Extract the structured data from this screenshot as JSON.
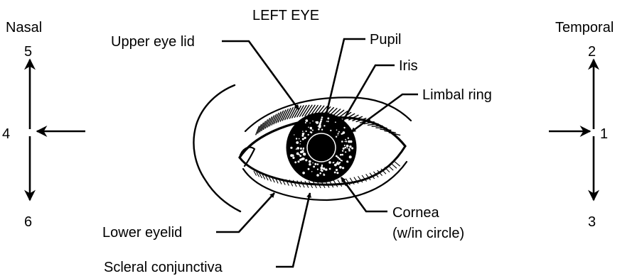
{
  "figure": {
    "title": "LEFT EYE",
    "nasal": {
      "side_label": "Nasal",
      "up_number": "5",
      "center_number": "4",
      "down_number": "6"
    },
    "temporal": {
      "side_label": "Temporal",
      "up_number": "2",
      "center_number": "1",
      "down_number": "3"
    },
    "labels": {
      "upper_eye_lid": "Upper eye lid",
      "pupil": "Pupil",
      "iris": "Iris",
      "limbal_ring": "Limbal ring",
      "cornea_line1": "Cornea",
      "cornea_line2": "(w/in circle)",
      "lower_eyelid": "Lower eyelid",
      "scleral_conjunctiva": "Scleral conjunctiva"
    }
  }
}
